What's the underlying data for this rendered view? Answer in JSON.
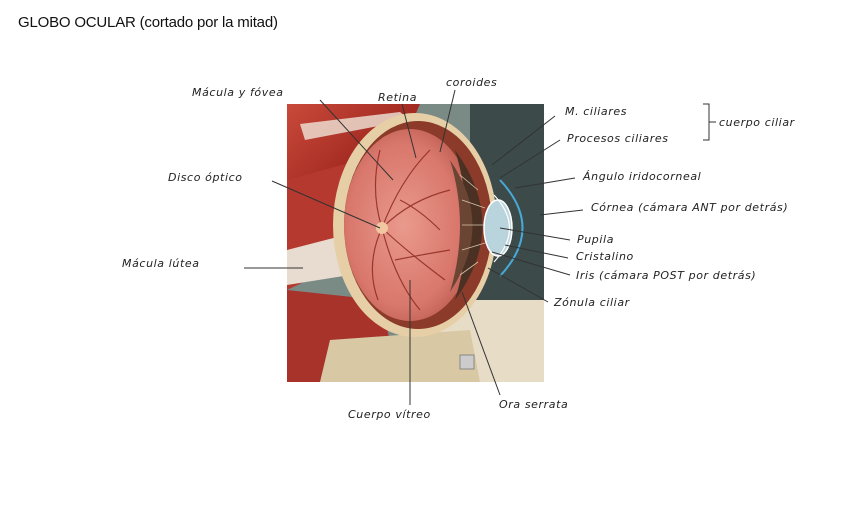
{
  "title": "GLOBO OCULAR (cortado por la mitad)",
  "labels": {
    "macula_fovea": "Mácula y fóvea",
    "retina": "Retina",
    "coroides": "coroides",
    "m_ciliares": "M. ciliares",
    "procesos_ciliares": "Procesos ciliares",
    "cuerpo_ciliar": "cuerpo ciliar",
    "angulo": "Ángulo iridocorneal",
    "disco_optico": "Disco óptico",
    "cornea": "Córnea (cámara ANT por detrás)",
    "pupila": "Pupila",
    "cristalino": "Cristalino",
    "iris": "Iris (cámara POST por detrás)",
    "macula_lutea": "Mácula lútea",
    "zonula": "Zónula ciliar",
    "cuerpo_vitreo": "Cuerpo vítreo",
    "ora_serrata": "Ora serrata"
  },
  "colors": {
    "retina": "#d9776c",
    "muscle": "#b8362b",
    "sclera": "#e6cfa6",
    "iris": "#4a3124",
    "cornea_line": "#49a9d6"
  }
}
